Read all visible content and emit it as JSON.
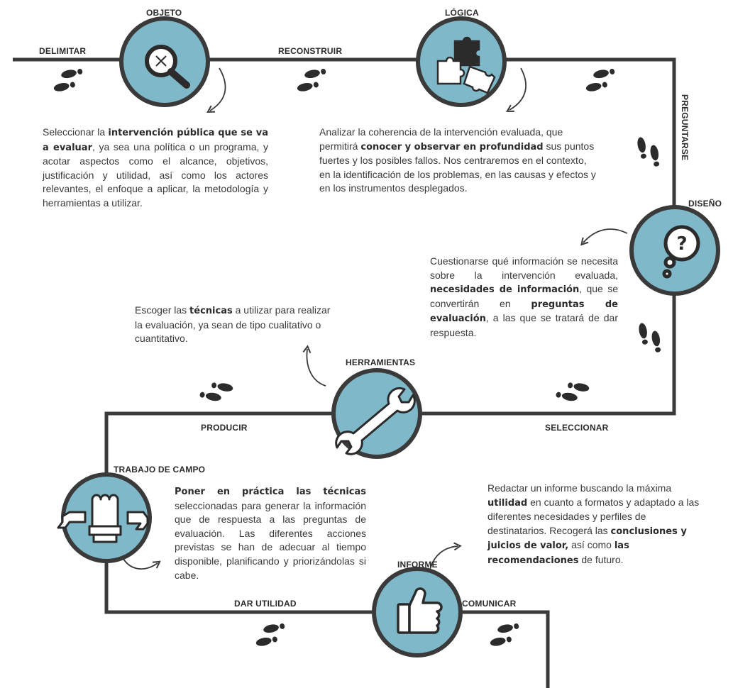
{
  "stages": {
    "objeto": "OBJETO",
    "logica": "LÓGICA",
    "diseno": "DISEÑO",
    "herramientas": "HERRAMIENTAS",
    "trabajo_de_campo": "TRABAJO DE CAMPO",
    "informe": "INFORME"
  },
  "actions": {
    "delimitar": "DELIMITAR",
    "reconstruir": "RECONSTRUIR",
    "preguntarse": "PREGUNTARSE",
    "seleccionar": "SELECCIONAR",
    "producir": "PRODUCIR",
    "dar_utilidad": "DAR UTILIDAD",
    "comunicar": "COMUNICAR"
  },
  "descriptions": {
    "objeto": [
      "Seleccionar la ",
      "intervención pública que se va a evaluar",
      ", ya sea una política o un programa, y acotar aspectos como el alcance, objetivos, justificación y utilidad, así como los actores relevantes, el enfoque a aplicar, la metodología y herramientas a utilizar."
    ],
    "logica": [
      "Analizar la coherencia de la intervención evaluada, que permitirá ",
      "conocer y observar en profundidad",
      " sus puntos fuertes y los posibles fallos. Nos centraremos en el contexto, en la identificación de los problemas, en las causas y efectos y en los instrumentos desplegados."
    ],
    "diseno": [
      "Cuestionarse qué información se necesita sobre la intervención evaluada, ",
      "necesidades de información",
      ", que se convertirán en ",
      "preguntas de evaluación",
      ", a las que se tratará de dar respuesta."
    ],
    "herramientas": [
      "Escoger las ",
      "técnicas",
      " a utilizar para realizar la evaluación, ya sean de tipo cualitativo o cuantitativo."
    ],
    "trabajo_de_campo": [
      "Poner en práctica las técnicas",
      " seleccionadas para generar la información que de respuesta a las preguntas de evaluación. Las diferentes acciones previstas se han de adecuar al tiempo disponible, planificando y priorizándolas si cabe."
    ],
    "informe": [
      "Redactar un informe buscando la máxima ",
      "utilidad",
      " en cuanto a formatos y adaptado a las diferentes necesidades y perfiles de destinatarios. Recogerá las ",
      "conclusiones y juicios de valor,",
      " así como ",
      "las recomendaciones",
      " de futuro."
    ]
  },
  "icons": {
    "objeto": "magnifier-icon",
    "logica": "puzzle-icon",
    "diseno": "question-bubble-icon",
    "herramientas": "wrench-icon",
    "trabajo_de_campo": "fist-wrench-icon",
    "informe": "thumbs-up-icon"
  },
  "colors": {
    "circle_fill": "#7fb8c9",
    "path": "#3a3a3a",
    "ink": "#2b2b2b"
  }
}
